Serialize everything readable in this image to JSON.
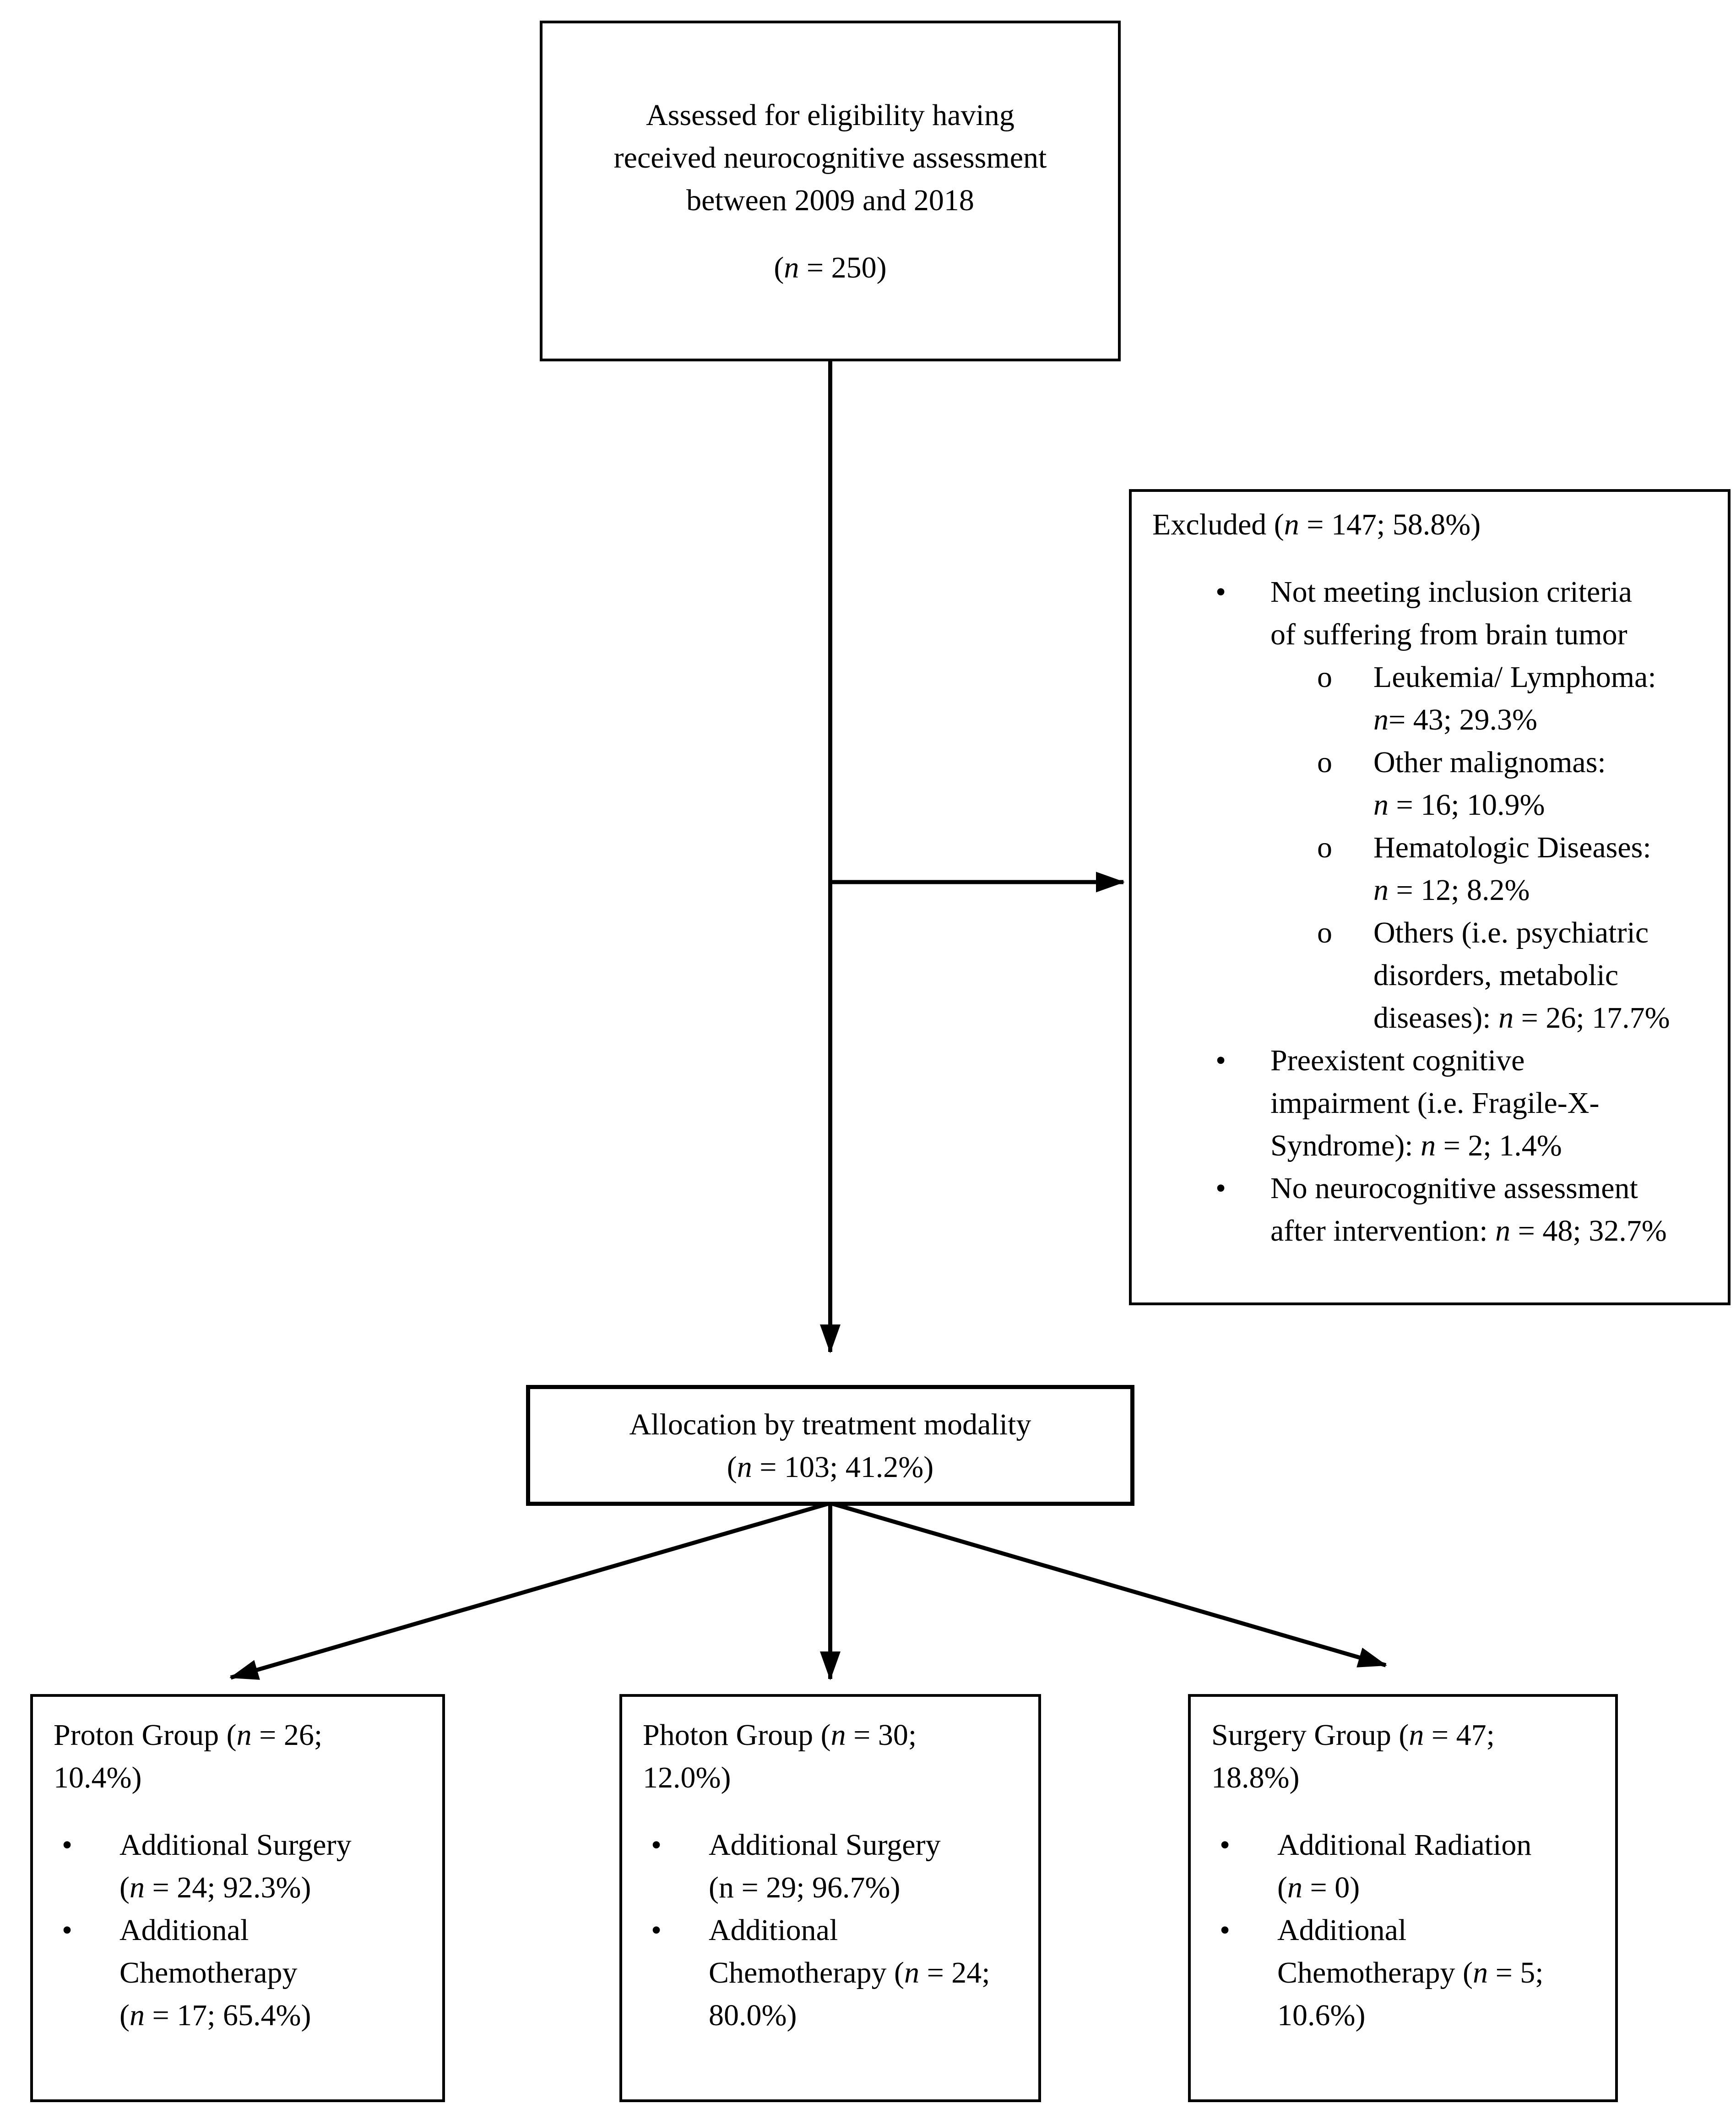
{
  "page": {
    "background": "#ffffff",
    "text_color": "#000000",
    "line_color": "#000000"
  },
  "flowchart": {
    "eligibility_box": {
      "text": "Assessed for eligibility having\nreceived neurocognitive assessment\nbetween 2009 and 2018",
      "count": "(*n* = 250)"
    },
    "excluded_box": {
      "title": "Excluded (*n* = 147; 58.8%)",
      "items": [
        {
          "level": 1,
          "text": "Not meeting inclusion criteria\nof suffering from brain tumor"
        },
        {
          "level": 2,
          "text": "Leukemia/ Lymphoma:\n*n*= 43; 29.3%"
        },
        {
          "level": 2,
          "text": "Other malignomas:\n*n* = 16; 10.9%"
        },
        {
          "level": 2,
          "text": "Hematologic Diseases:\n*n* = 12; 8.2%"
        },
        {
          "level": 2,
          "text": "Others (i.e. psychiatric\ndisorders, metabolic\ndiseases): *n* = 26; 17.7%"
        },
        {
          "level": 1,
          "text": "Preexistent cognitive\nimpairment (i.e. Fragile-X-\nSyndrome): *n* = 2; 1.4%"
        },
        {
          "level": 1,
          "text": "No neurocognitive assessment\nafter intervention: *n* = 48; 32.7%"
        }
      ]
    },
    "allocation_box": {
      "text": "Allocation by treatment modality",
      "count": "(*n* = 103; 41.2%)"
    },
    "groups": [
      {
        "title": "Proton Group (*n* = 26;\n10.4%)",
        "items": [
          {
            "level": 1,
            "text": "Additional Surgery\n(*n* = 24; 92.3%)"
          },
          {
            "level": 1,
            "text": "Additional\nChemotherapy\n(*n* = 17; 65.4%)"
          }
        ]
      },
      {
        "title": "Photon Group (*n* = 30;\n12.0%)",
        "items": [
          {
            "level": 1,
            "text": "Additional Surgery\n(n = 29; 96.7%)"
          },
          {
            "level": 1,
            "text": "Additional\nChemotherapy (*n* = 24;\n80.0%)"
          }
        ]
      },
      {
        "title": "Surgery Group (*n* = 47;\n18.8%)",
        "items": [
          {
            "level": 1,
            "text": "Additional Radiation\n(*n* = 0)"
          },
          {
            "level": 1,
            "text": "Additional\nChemotherapy (*n* = 5;\n10.6%)"
          }
        ]
      }
    ],
    "markers": {
      "level1": "•",
      "level2": "o"
    }
  }
}
